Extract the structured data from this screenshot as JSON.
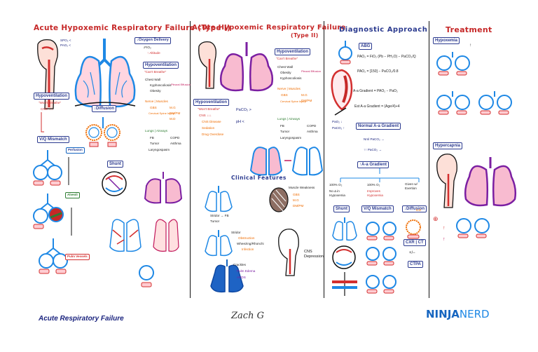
{
  "panels": {
    "p1": {
      "title": "Acute Hypoxemic Respiratory Failure (Type I)",
      "spo2": "SPO₂ <",
      "pao2": "PAO₂ <",
      "o2_delivery": "↓Oxygen Delivery",
      "fio2": "↓FIO₂",
      "altitude": "↑ Altitude",
      "hypovent_box": "Hypoventilation",
      "cant_breathe": "\"Can't Breathe\"",
      "chest_wall": "Chest Wall",
      "kyphoscoliosis": "Kyphoscoliosis",
      "obesity": "Obesity",
      "pleural": "Pleural Effusion",
      "nerve_muscles": "Nerve | Muscles",
      "gbs": "GBS",
      "spinal": "Cervical Spine Injury",
      "mg": "M.G",
      "dmpm": "DM/PM",
      "md": "M.D",
      "lungs_airways": "Lungs | Airways",
      "copd": "COPD",
      "fb": "FB",
      "tumor": "Tumor",
      "asthma": "Asthma",
      "laryngospasm": "Laryngospasm",
      "left_hypovent": "Hypoventilation",
      "wont_breathe": "\"Won't Breathe\"",
      "cns": "CNS ↓↓↓",
      "diffusion": "↓Diffusion",
      "vq": "V/Q Mismatch",
      "shunt": "Shunt",
      "perfusion": "Perfusion",
      "alveoli": "Alveoli",
      "pulm_vessels": "Pulm Vessels"
    },
    "p2": {
      "title": "Acute Hypoxemic Respiratory Failure",
      "type2": "(Type II)",
      "hypovent_box": "Hypoventilation",
      "cant_breathe": "\"Can't Breathe\"",
      "chest_wall": "Chest Wall",
      "obesity": "Obesity",
      "kyphoscoliosis": "Kyphoscoliosis",
      "pleural": "Pleural Effusion",
      "nerve_muscles": "Nerve | Muscles",
      "gbs": "GBS",
      "spinal": "Cervical Spine Injury",
      "mg": "M.G",
      "dmpm": "DM/PM",
      "lungs_airways": "Lungs | Airways",
      "fb": "FB",
      "copd": "COPD",
      "tumor": "Tumor",
      "asthma": "Asthma",
      "laryngospasm": "Laryngospasm",
      "left_hypovent": "Hypoventilation",
      "wont_breathe": "\"Won't Breathe\"",
      "cns": "CNS ↓↓↓",
      "cns_disease": "CNS Disease",
      "sedation": "Sedation",
      "drug_overdose": "Drug Overdose",
      "paco2": "PaCO₂ >",
      "ph": "pH <",
      "clinical_features": "Clinical Features",
      "muscle_weakness": "Muscle Weakness",
      "mw_gbs": "GBS",
      "mw_mg": "M.G",
      "mw_dmpm": "DM/PM",
      "stridor_fb": "Stridor → FB",
      "stridor_tumor": "Tumor",
      "stridor": "Stridor",
      "wheezing_obstruction": "Obstruction",
      "wheezing": "Wheezing/Rhonchi",
      "wheezing_infection": "Infection",
      "crackles": "Crackles",
      "pulm_edema": "Pulm Edema",
      "ards": "ARDS",
      "cns_depression": "CNS Depression"
    },
    "p3": {
      "title": "Diagnostic Approach",
      "abg": "ABG",
      "pao2_eq": "PAO₂ = FiO₂ (Pb − PH₂O) − PaCO₂/Q",
      "pao2_eq2": "PAO₂ = [150] − PaCO₂/0.8",
      "aa_grad": "A-a Gradient = PAO₂ − PaO₂",
      "est_aa": "Est A-a Gradient = (Age/4)+4",
      "pao2_down": "PaO₂ ↓",
      "paco2_up": "PaCO₂ ↑",
      "normal_aa": "Normal A-a Gradient",
      "nml_paco2": "Nml PaCO₂ →",
      "up_paco2": "↑↑ PaCO₂ →",
      "up_aa": "↑A-a Gradient",
      "o2_100_a": "100% O₂",
      "no_improvement": "No Δ in Hypoxemia",
      "o2_100_b": "100% O₂",
      "improves": "Improves Hypoxemia",
      "o2_c": "Given w/ Exertion",
      "shunt": "Shunt",
      "vq": "V/Q Mismatch",
      "diffusion": "↓Diffusion",
      "ild": "ILD",
      "cxr_ct": "CXR | CT",
      "pm": "+/−",
      "ctpa": "CTPA"
    },
    "p4": {
      "title": "Treatment",
      "hypoxemia": "Hypoxemia",
      "hypercapnia": "Hypercapnia"
    }
  },
  "footer": {
    "left": "Acute Respiratory Failure",
    "signature": "Zach G",
    "brand_a": "NINJA",
    "brand_b": "NERD"
  }
}
